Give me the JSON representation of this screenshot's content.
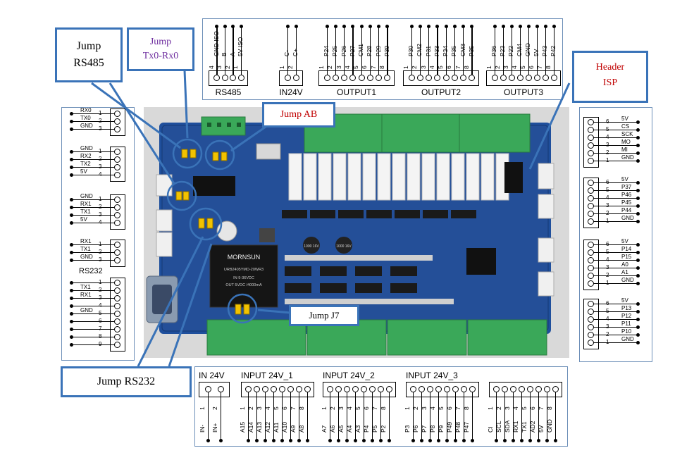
{
  "callouts": {
    "jump_rs485": "Jump RS485",
    "jump_rs485_l1": "Jump",
    "jump_rs485_l2": "RS485",
    "jump_txrx_l1": "Jump",
    "jump_txrx_l2": "Tx0-Rx0",
    "jump_ab": "Jump AB",
    "header_isp_l1": "Header",
    "header_isp_l2": "ISP",
    "jump_j7": "Jump J7",
    "jump_rs232": "Jump RS232"
  },
  "colors": {
    "callout_border": "#3a73b8",
    "purple_text": "#7030a0",
    "red_text": "#c00000",
    "board_blue": "#1f4f9c",
    "terminal_green": "#3aa859"
  },
  "top_connectors": [
    {
      "title": "RS485",
      "labels": [
        "GND ISO",
        "B",
        "A",
        "5V ISO"
      ],
      "nums": [
        "4",
        "3",
        "2",
        "1"
      ]
    },
    {
      "title": "IN24V",
      "labels": [
        "C-",
        "C+"
      ],
      "nums": [
        "1",
        "2"
      ]
    },
    {
      "title": "OUTPUT1",
      "labels": [
        "P24",
        "P25",
        "P26",
        "P27",
        "CM1",
        "P28",
        "P29",
        "P39"
      ],
      "nums": [
        "1",
        "2",
        "3",
        "4",
        "5",
        "6",
        "7",
        "8"
      ]
    },
    {
      "title": "OUTPUT2",
      "labels": [
        "P30",
        "CM2",
        "P31",
        "P33",
        "P34",
        "P35",
        "CM3",
        "P35"
      ],
      "nums": [
        "1",
        "2",
        "3",
        "4",
        "5",
        "6",
        "7",
        "8"
      ]
    },
    {
      "title": "OUTPUT3",
      "labels": [
        "P36",
        "P23",
        "P22",
        "CM4",
        "GND",
        "5V",
        "P43",
        "P42"
      ],
      "nums": [
        "1",
        "2",
        "3",
        "4",
        "5",
        "6",
        "7",
        "8"
      ]
    }
  ],
  "left_connectors": [
    {
      "labels": [
        "RX0",
        "TX0",
        "GND"
      ],
      "nums": [
        "1",
        "2",
        "3"
      ]
    },
    {
      "labels": [
        "GND",
        "RX2",
        "TX2",
        "5V"
      ],
      "nums": [
        "1",
        "2",
        "3",
        "4"
      ]
    },
    {
      "labels": [
        "GND",
        "RX1",
        "TX1",
        "5V"
      ],
      "nums": [
        "1",
        "2",
        "3",
        "4"
      ]
    },
    {
      "labels": [
        "RX1",
        "TX1",
        "GND"
      ],
      "nums": [
        "1",
        "2",
        "3"
      ],
      "title": "RS232"
    },
    {
      "labels": [
        "",
        "TX1",
        "RX1",
        "",
        "GND",
        "",
        "",
        "",
        ""
      ],
      "nums": [
        "1",
        "2",
        "3",
        "4",
        "5",
        "6",
        "7",
        "8",
        "9"
      ]
    }
  ],
  "right_connectors": [
    {
      "labels": [
        "5V",
        "CS",
        "SCK",
        "MO",
        "MI",
        "GND"
      ],
      "nums": [
        "6",
        "5",
        "4",
        "3",
        "2",
        "1"
      ]
    },
    {
      "labels": [
        "5V",
        "P37",
        "P46",
        "P45",
        "P44",
        "GND"
      ],
      "nums": [
        "6",
        "5",
        "4",
        "3",
        "2",
        "1"
      ]
    },
    {
      "labels": [
        "5V",
        "P14",
        "P15",
        "A0",
        "A1",
        "GND"
      ],
      "nums": [
        "6",
        "5",
        "4",
        "3",
        "2",
        "1"
      ]
    },
    {
      "labels": [
        "5V",
        "P13",
        "P12",
        "P11",
        "P10",
        "GND"
      ],
      "nums": [
        "6",
        "5",
        "4",
        "3",
        "2",
        "1"
      ]
    }
  ],
  "bottom_connectors": [
    {
      "title": "IN 24V",
      "labels": [
        "IN-",
        "IN+"
      ],
      "nums": [
        "1",
        "2"
      ]
    },
    {
      "title": "INPUT 24V_1",
      "labels": [
        "A15",
        "A14",
        "A13",
        "A12",
        "A11",
        "A10",
        "A9",
        "A8"
      ],
      "nums": [
        "1",
        "2",
        "3",
        "4",
        "5",
        "6",
        "7",
        "8"
      ]
    },
    {
      "title": "INPUT 24V_2",
      "labels": [
        "A7",
        "A6",
        "A5",
        "A4",
        "A3",
        "P4",
        "P5",
        "P2"
      ],
      "nums": [
        "1",
        "2",
        "3",
        "4",
        "5",
        "6",
        "7",
        "8"
      ]
    },
    {
      "title": "INPUT 24V_3",
      "labels": [
        "P3",
        "P6",
        "P7",
        "P8",
        "P9",
        "P49",
        "P48",
        "P47"
      ],
      "nums": [
        "1",
        "2",
        "3",
        "4",
        "5",
        "6",
        "7",
        "8"
      ]
    },
    {
      "title": "",
      "labels": [
        "CI",
        "SCL",
        "SDA",
        "RX1",
        "TX1",
        "AD2",
        "5V",
        "GND"
      ],
      "nums": [
        "1",
        "2",
        "3",
        "4",
        "5",
        "6",
        "7",
        "8"
      ]
    }
  ],
  "board": {
    "module_brand": "MORNSUN",
    "module_model": "URB2405YMD-20WR3",
    "module_in": "IN 9-36VDC",
    "module_out": "OUT 5VDC /4000mA",
    "cap1": "1000 16V",
    "cap2": "1000 16V"
  }
}
